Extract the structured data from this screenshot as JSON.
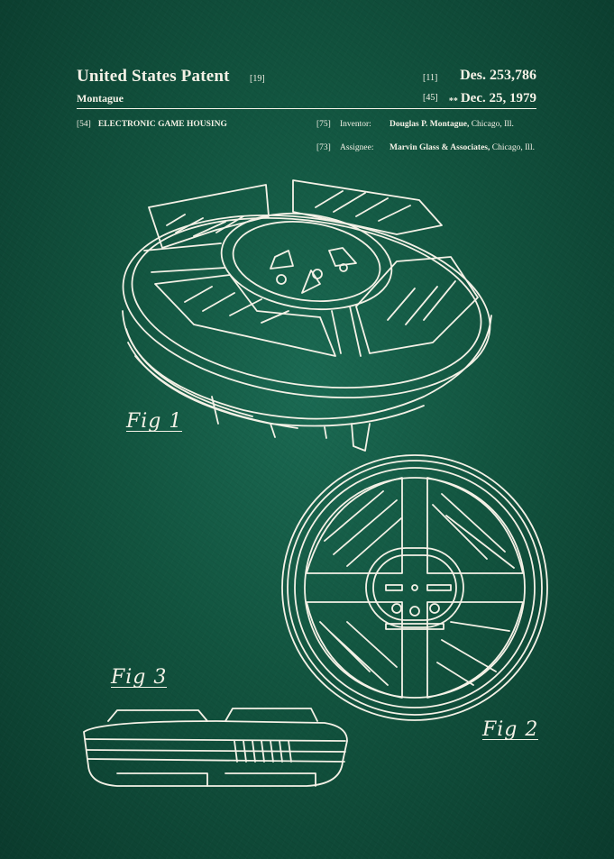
{
  "header": {
    "title": "United States Patent",
    "code_19": "[19]",
    "code_11": "[11]",
    "patent_number": "Des. 253,786",
    "surname": "Montague",
    "code_45": "[45]",
    "date_stars": "**",
    "date": "Dec. 25, 1979"
  },
  "meta": {
    "code_54": "[54]",
    "title": "ELECTRONIC GAME HOUSING",
    "code_75": "[75]",
    "inventor_label": "Inventor:",
    "inventor_name": "Douglas P. Montague,",
    "inventor_place": "Chicago, Ill.",
    "code_73": "[73]",
    "assignee_label": "Assignee:",
    "assignee_name": "Marvin Glass & Associates,",
    "assignee_place": "Chicago, Ill."
  },
  "figures": {
    "fig1": "Fig 1",
    "fig2": "Fig 2",
    "fig3": "Fig 3"
  },
  "colors": {
    "background": "#12543f",
    "ink": "#f4f1e6"
  }
}
